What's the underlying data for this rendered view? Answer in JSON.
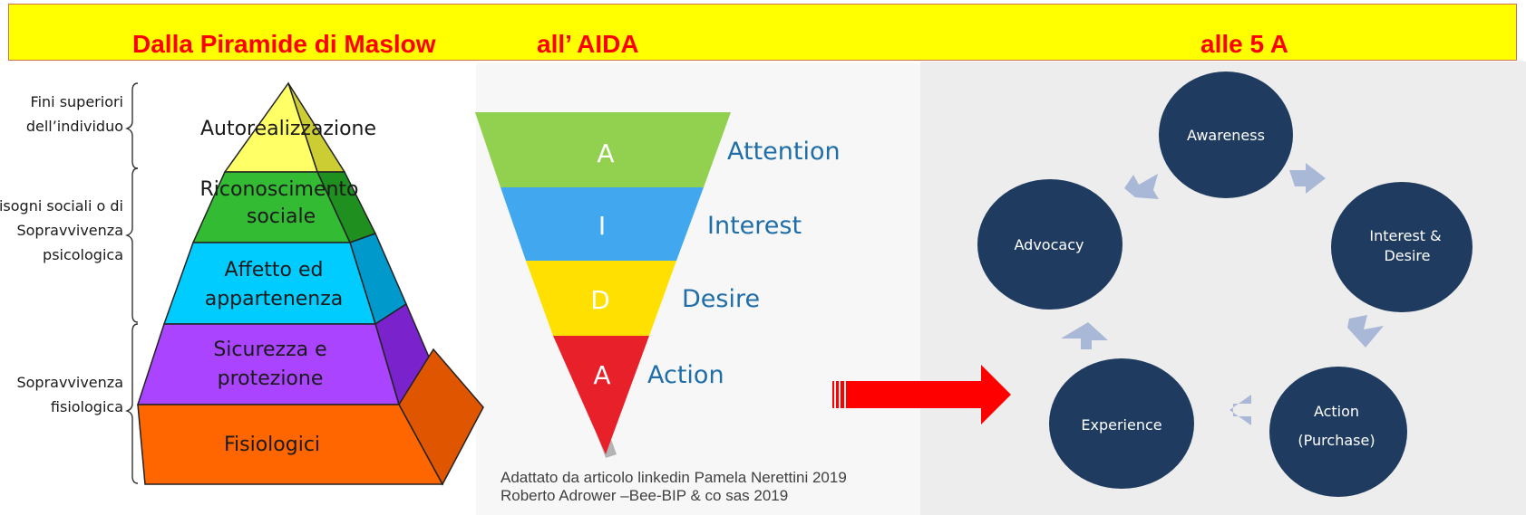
{
  "banner": {
    "title_maslow": "Dalla Piramide di Maslow",
    "title_aida": "all’ AIDA",
    "title_5a": "alle 5 A",
    "background": "#ffff00",
    "text_color": "#ff0000"
  },
  "maslow": {
    "side_labels": [
      {
        "lines": [
          "Fini superiori",
          "dell’individuo"
        ]
      },
      {
        "lines": [
          "Bisogni sociali o  di",
          "Sopravvivenza",
          "psicologica"
        ]
      },
      {
        "lines": [
          "Sopravvivenza",
          "fisiologica"
        ]
      }
    ],
    "levels": [
      {
        "lines": [
          "Autorealizzazione"
        ],
        "color": "#ffff66"
      },
      {
        "lines": [
          "Riconoscimento",
          "sociale"
        ],
        "color": "#33bb33"
      },
      {
        "lines": [
          "Affetto ed",
          "appartenenza"
        ],
        "color": "#00ccff"
      },
      {
        "lines": [
          "Sicurezza e",
          "protezione"
        ],
        "color": "#aa44ff"
      },
      {
        "lines": [
          "Fisiologici"
        ],
        "color": "#ff6600"
      }
    ]
  },
  "aida": {
    "stages": [
      {
        "letter": "A",
        "word": "Attention",
        "color": "#92d050"
      },
      {
        "letter": "I",
        "word": "Interest",
        "color": "#41a8f0"
      },
      {
        "letter": "D",
        "word": "Desire",
        "color": "#ffe000"
      },
      {
        "letter": "A",
        "word": "Action",
        "color": "#e8202a"
      }
    ],
    "word_color": "#1f6ea8",
    "credit_lines": [
      "Adattato da articolo  linkedin Pamela Nerettini 2019",
      "Roberto Adrower –Bee-BIP & co sas  2019"
    ]
  },
  "five_a": {
    "nodes": [
      {
        "lines": [
          "Awareness"
        ]
      },
      {
        "lines": [
          "Interest &",
          "Desire"
        ]
      },
      {
        "lines": [
          "Action",
          "(Purchase)"
        ]
      },
      {
        "lines": [
          "Experience"
        ]
      },
      {
        "lines": [
          "Advocacy"
        ]
      }
    ],
    "node_color": "#1f3b60",
    "arrow_color": "#a9b8d6"
  },
  "transition_arrow_color": "#ff0000"
}
